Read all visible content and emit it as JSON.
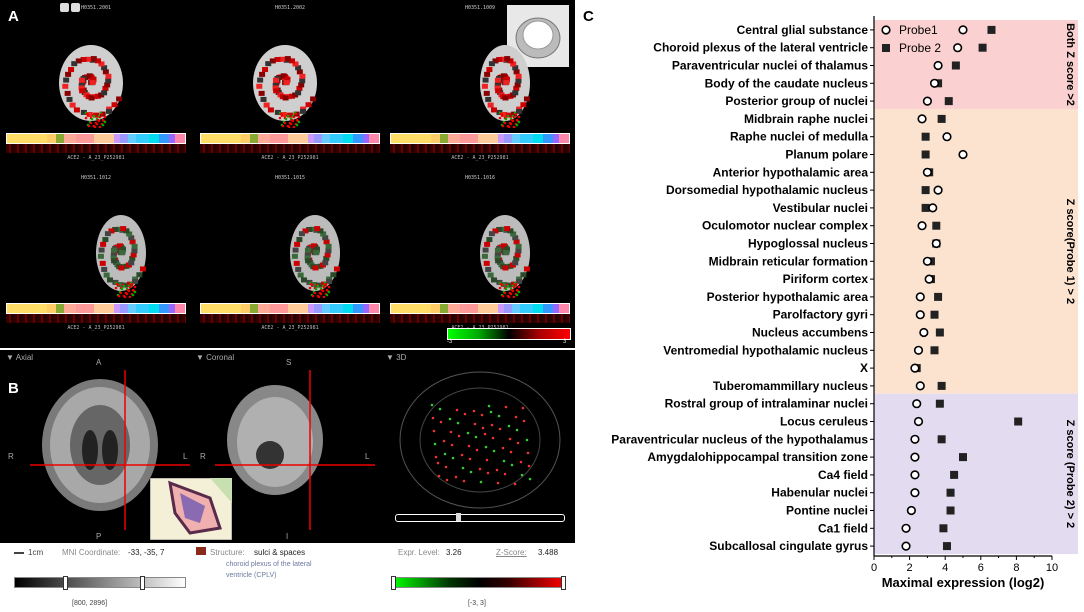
{
  "panel_letters": {
    "a": "A",
    "b": "B",
    "c": "C"
  },
  "panelA": {
    "donors": [
      "H0351.2001",
      "H0351.2002",
      "H0351.1009",
      "H0351.1012",
      "H0351.1015",
      "H0351.1016"
    ],
    "gene_label": "ACE2 - A_23_P252981",
    "scale_min": "-3",
    "scale_max": "3"
  },
  "panelB": {
    "views": [
      "Axial",
      "Coronal",
      "3D"
    ],
    "axial_labels": {
      "top": "A",
      "left": "R",
      "right": "L",
      "bottom": "P"
    },
    "coronal_labels": {
      "top": "S",
      "left": "R",
      "right": "L",
      "bottom": "I"
    },
    "scale_bar": "1cm",
    "mni_label": "MNI Coordinate:",
    "mni_value": "-33, -35, 7",
    "structure_label": "Structure:",
    "structure_value": "sulci & spaces",
    "structure_detail_1": "choroid plexus of the lateral",
    "structure_detail_2": "ventricle (CPLV)",
    "expr_label": "Expr. Level:",
    "expr_value": "3.26",
    "zscore_label": "Z-Score:",
    "zscore_value": "3.488",
    "range1": "[800, 2896]",
    "range2": "[-3, 3]"
  },
  "chart_data": {
    "type": "scatter",
    "xlabel": "Maximal expression (log2)",
    "xlim": [
      0,
      10
    ],
    "xticks": [
      "0",
      "2",
      "4",
      "6",
      "8",
      "10"
    ],
    "legend": [
      {
        "name": "Probe1",
        "marker": "open-circle"
      },
      {
        "name": "Probe 2",
        "marker": "filled-square"
      }
    ],
    "groups": [
      {
        "label": "Both Z score >2",
        "color": "#fbd0d0"
      },
      {
        "label": "Z score(Probe 1) > 2",
        "color": "#fbe3d0"
      },
      {
        "label": "Z score (Probe 2) > 2",
        "color": "#e3dbef"
      }
    ],
    "categories": [
      "Central glial substance",
      "Choroid plexus of the lateral ventricle",
      "Paraventricular nuclei of thalamus",
      "Body of the caudate nucleus",
      "Posterior group of nuclei",
      "Midbrain raphe nuclei",
      "Raphe nuclei of medulla",
      "Planum polare",
      "Anterior hypothalamic area",
      "Dorsomedial hypothalamic nucleus",
      "Vestibular nuclei",
      "Oculomotor nuclear complex",
      "Hypoglossal nucleus",
      "Midbrain reticular formation",
      "Piriform cortex",
      "Posterior hypothalamic area",
      "Parolfactory gyri",
      "Nucleus accumbens",
      "Ventromedial hypothalamic nucleus",
      "X",
      "Tuberomammillary nucleus",
      "Rostral group of intralaminar nuclei",
      "Locus ceruleus",
      "Paraventricular nucleus of the hypothalamus",
      "Amygdalohippocampal transition zone",
      "Ca4 field",
      "Habenular nuclei",
      "Pontine nuclei",
      "Ca1 field",
      "Subcallosal cingulate gyrus"
    ],
    "group_of_category": [
      0,
      0,
      0,
      0,
      0,
      1,
      1,
      1,
      1,
      1,
      1,
      1,
      1,
      1,
      1,
      1,
      1,
      1,
      1,
      1,
      1,
      2,
      2,
      2,
      2,
      2,
      2,
      2,
      2,
      2
    ],
    "series": [
      {
        "name": "Probe1",
        "values": [
          5.0,
          4.7,
          3.6,
          3.4,
          3.0,
          2.7,
          4.1,
          5.0,
          3.0,
          3.6,
          3.3,
          2.7,
          3.5,
          3.0,
          3.1,
          2.6,
          2.6,
          2.8,
          2.5,
          2.3,
          2.6,
          2.4,
          2.5,
          2.3,
          2.3,
          2.3,
          2.3,
          2.1,
          1.8,
          1.8
        ]
      },
      {
        "name": "Probe 2",
        "values": [
          6.6,
          6.1,
          4.6,
          3.6,
          4.2,
          3.8,
          2.9,
          2.9,
          3.1,
          2.9,
          2.9,
          3.5,
          3.5,
          3.2,
          3.2,
          3.6,
          3.4,
          3.7,
          3.4,
          2.4,
          3.8,
          3.7,
          8.1,
          3.8,
          5.0,
          4.5,
          4.3,
          4.3,
          3.9,
          4.1
        ]
      }
    ]
  }
}
